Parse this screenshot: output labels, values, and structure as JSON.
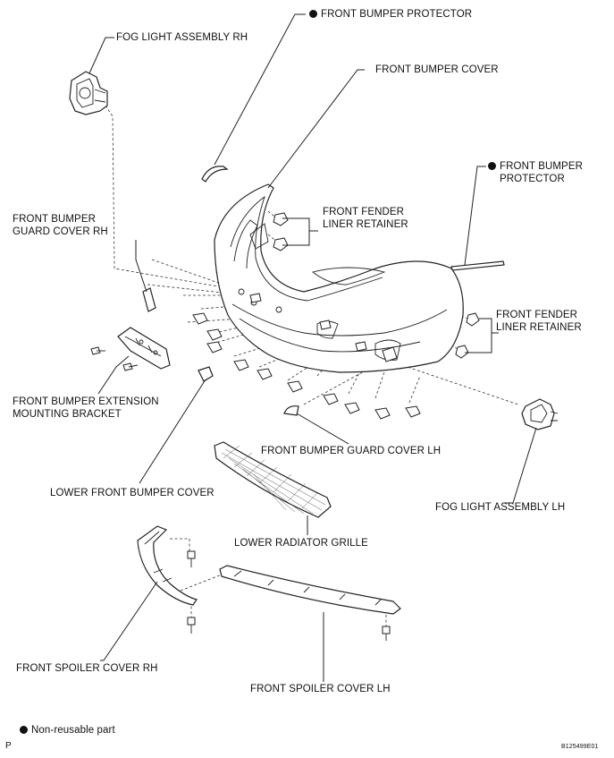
{
  "labels": {
    "front_bumper_protector_top": "FRONT BUMPER PROTECTOR",
    "fog_light_rh": "FOG LIGHT ASSEMBLY RH",
    "front_bumper_cover": "FRONT BUMPER COVER",
    "front_bumper_protector_right_line1": "FRONT BUMPER",
    "front_bumper_protector_right_line2": "PROTECTOR",
    "guard_cover_rh_line1": "FRONT BUMPER",
    "guard_cover_rh_line2": "GUARD COVER RH",
    "fender_liner_retainer_top_line1": "FRONT FENDER",
    "fender_liner_retainer_top_line2": "LINER RETAINER",
    "fender_liner_retainer_right_line1": "FRONT FENDER",
    "fender_liner_retainer_right_line2": "LINER RETAINER",
    "extension_bracket_line1": "FRONT BUMPER EXTENSION",
    "extension_bracket_line2": "MOUNTING BRACKET",
    "guard_cover_lh": "FRONT BUMPER GUARD COVER LH",
    "lower_front_bumper_cover": "LOWER FRONT BUMPER COVER",
    "fog_light_lh": "FOG LIGHT ASSEMBLY LH",
    "lower_radiator_grille": "LOWER RADIATOR GRILLE",
    "front_spoiler_cover_rh": "FRONT SPOILER COVER RH",
    "front_spoiler_cover_lh": "FRONT SPOILER COVER LH"
  },
  "legend": {
    "text": "Non-reusable part"
  },
  "footer": {
    "left_mark": "P",
    "figure_id": "B125499E01"
  }
}
